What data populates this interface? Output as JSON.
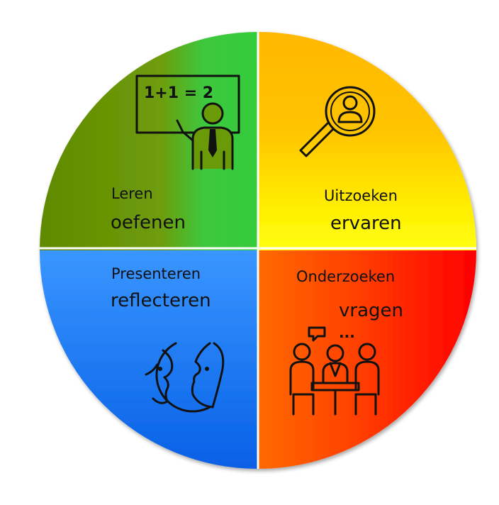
{
  "quadrants": {
    "top_left": {
      "line1": "Leren",
      "line2": "oefenen",
      "icon": "teacher-board-icon",
      "colors": [
        "#5a8a00",
        "#3ec83c"
      ]
    },
    "top_right": {
      "line1": "Uitzoeken",
      "line2": "ervaren",
      "icon": "search-person-icon",
      "colors": [
        "#ffb000",
        "#ffff00"
      ]
    },
    "bottom_left": {
      "line1": "Presenteren",
      "line2": "reflecteren",
      "icon": "two-faces-icon",
      "colors": [
        "#3b94ff",
        "#0a5de8"
      ]
    },
    "bottom_right": {
      "line1": "Onderzoeken",
      "line2": "vragen",
      "icon": "meeting-group-icon",
      "colors": [
        "#ff4a00",
        "#ff0000"
      ]
    }
  },
  "board_text": "1+1 = 2",
  "speech_dots": "..."
}
